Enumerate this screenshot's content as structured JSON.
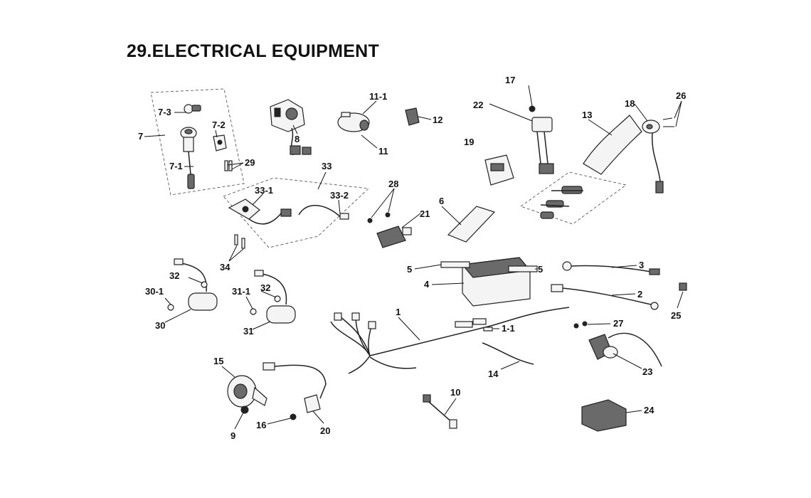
{
  "title": "29.ELECTRICAL EQUIPMENT",
  "callouts": [
    "7-3",
    "7-2",
    "7",
    "7-1",
    "29",
    "8",
    "11-1",
    "11",
    "12",
    "33",
    "33-1",
    "33-2",
    "34",
    "28",
    "21",
    "17",
    "22",
    "19",
    "6",
    "13",
    "18",
    "26",
    "5",
    "5",
    "4",
    "3",
    "2",
    "25",
    "32",
    "30-1",
    "30",
    "32",
    "31-1",
    "31",
    "1",
    "1-1",
    "27",
    "23",
    "14",
    "15",
    "10",
    "24",
    "9",
    "16",
    "20"
  ]
}
